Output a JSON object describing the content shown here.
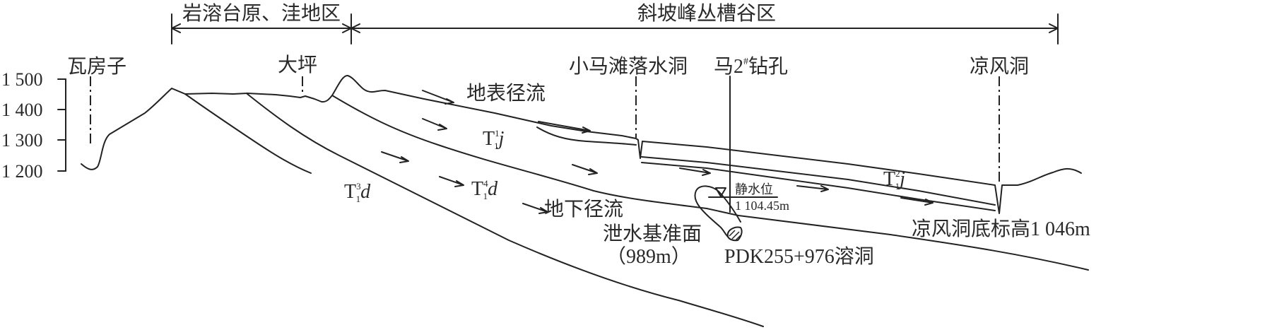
{
  "regions": {
    "plateau": "岩溶台原、洼地区",
    "slope": "斜坡峰丛槽谷区"
  },
  "axis": {
    "ticks": [
      "1 500",
      "1 400",
      "1 300",
      "1 200"
    ]
  },
  "places": {
    "wafangzi": "瓦房子",
    "daping": "大坪",
    "xiaomatan": "小马滩落水洞",
    "drill_main": "马2",
    "drill_sup": "#",
    "drill_tail": "钻孔",
    "liangfengdong": "凉风洞"
  },
  "flows": {
    "surface": "地表径流",
    "underground": "地下径流"
  },
  "strata": [
    {
      "base": "T",
      "sub": "1",
      "sup": "1",
      "letter": "j"
    },
    {
      "base": "T",
      "sub": "1",
      "sup": "3",
      "letter": "d"
    },
    {
      "base": "T",
      "sub": "1",
      "sup": "4",
      "letter": "d"
    },
    {
      "base": "T",
      "sub": "1",
      "sup": "2",
      "letter": "j"
    }
  ],
  "water_level": {
    "label": "静水位",
    "value": "1 104.45m"
  },
  "base_level": {
    "label": "泄水基准面",
    "value": "（989m）"
  },
  "cave_label": "PDK255+976溶洞",
  "liangfengdong_bottom": "凉风洞底标高1 046m"
}
